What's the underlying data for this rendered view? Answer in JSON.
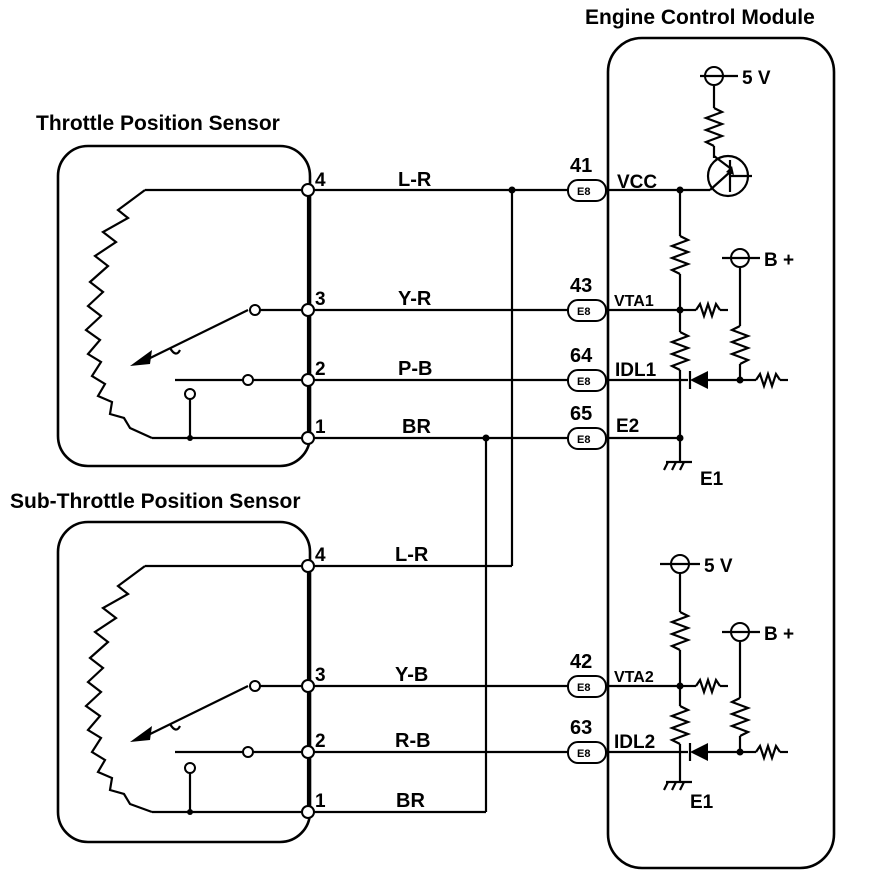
{
  "modules": {
    "ecm_title": "Engine Control Module",
    "tps_title": "Throttle Position Sensor",
    "sub_tps_title": "Sub-Throttle Position Sensor"
  },
  "tps_wires": [
    {
      "terminal": "4",
      "color": "L-R",
      "pin": "41",
      "connector": "E8",
      "signal": "VCC"
    },
    {
      "terminal": "3",
      "color": "Y-R",
      "pin": "43",
      "connector": "E8",
      "signal": "VTA1"
    },
    {
      "terminal": "2",
      "color": "P-B",
      "pin": "64",
      "connector": "E8",
      "signal": "IDL1"
    },
    {
      "terminal": "1",
      "color": "BR",
      "pin": "65",
      "connector": "E8",
      "signal": "E2"
    }
  ],
  "sub_tps_wires": [
    {
      "terminal": "4",
      "color": "L-R"
    },
    {
      "terminal": "3",
      "color": "Y-B",
      "pin": "42",
      "connector": "E8",
      "signal": "VTA2"
    },
    {
      "terminal": "2",
      "color": "R-B",
      "pin": "63",
      "connector": "E8",
      "signal": "IDL2"
    },
    {
      "terminal": "1",
      "color": "BR"
    }
  ],
  "supply_labels": {
    "five_v_top": "5 V",
    "bplus_top": "B +",
    "ground_top": "E1",
    "five_v_bottom": "5 V",
    "bplus_bottom": "B +",
    "ground_bottom": "E1"
  }
}
